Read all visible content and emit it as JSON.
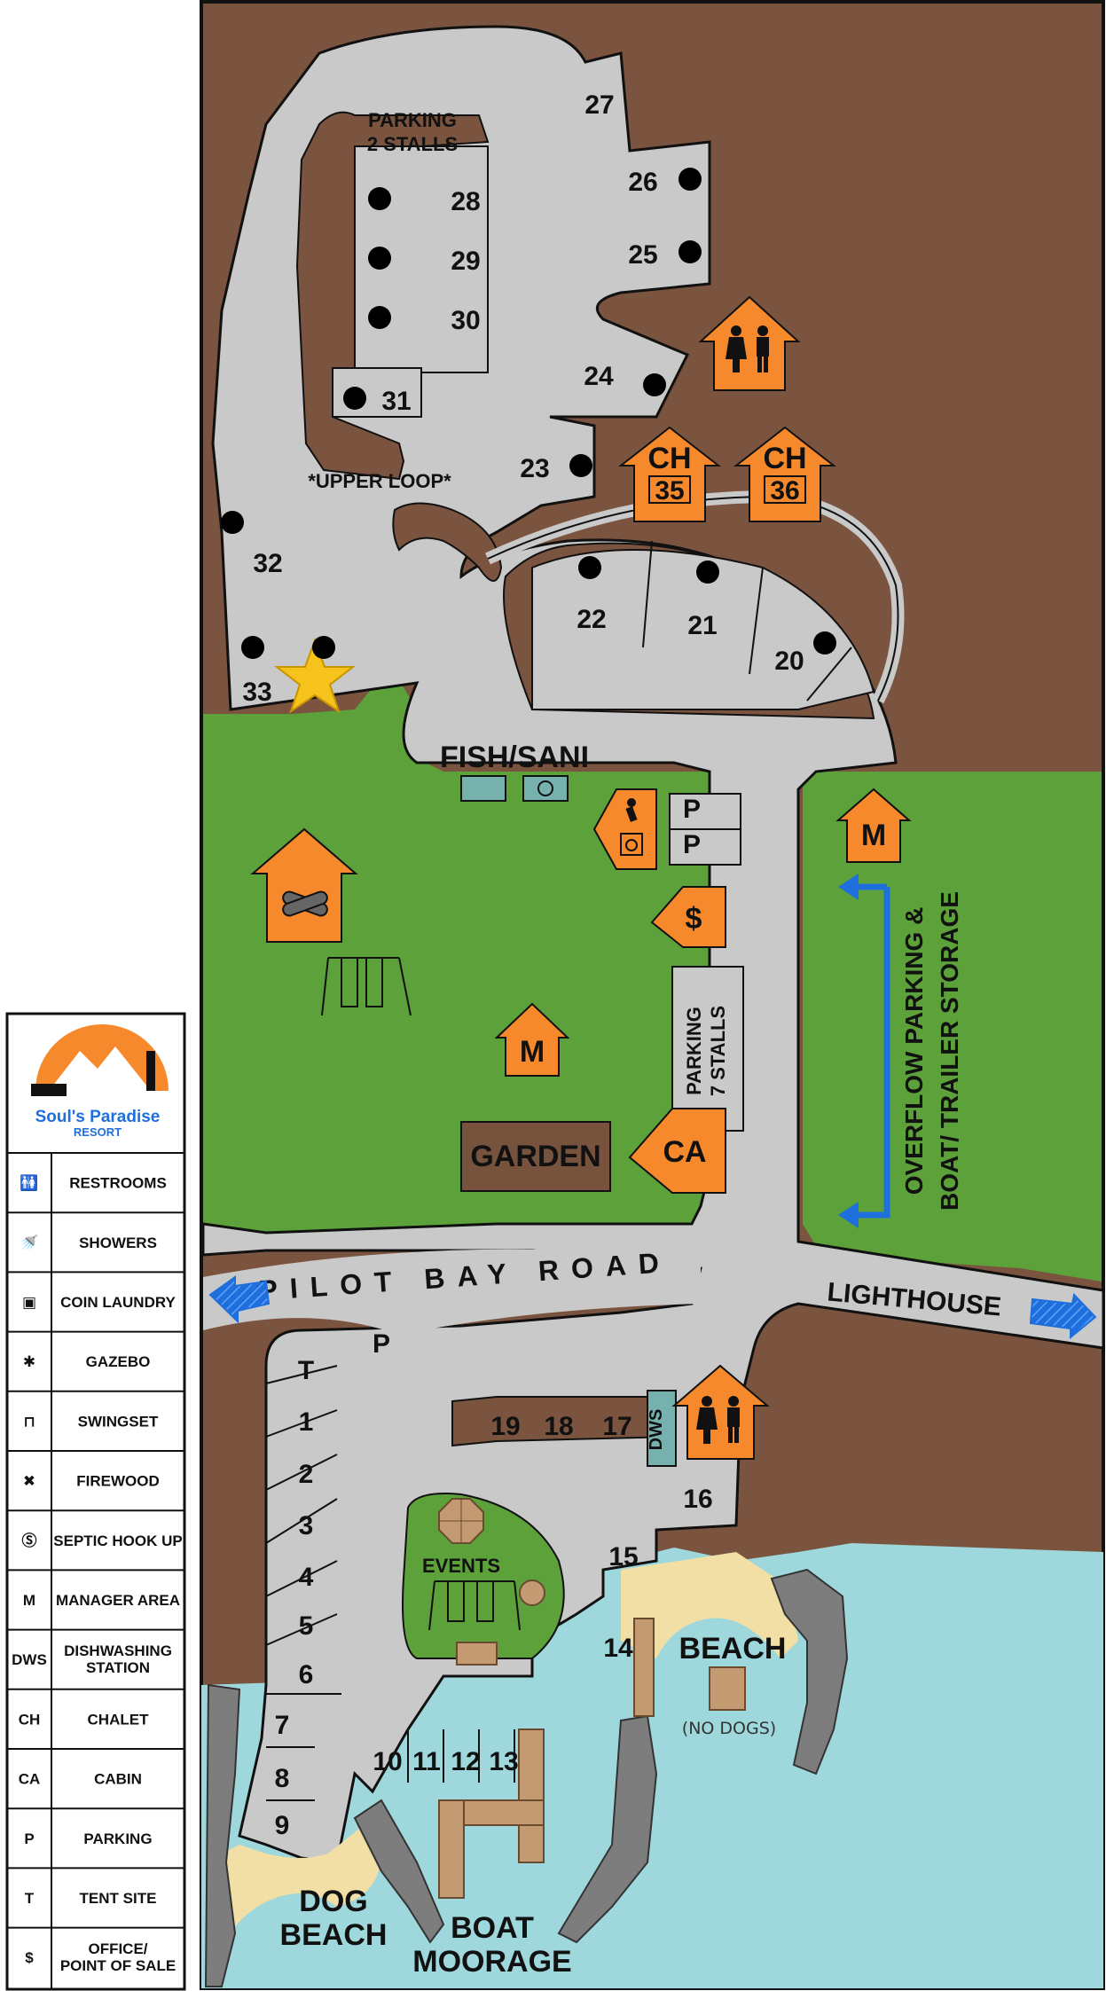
{
  "colors": {
    "land": "#7b5440",
    "grass": "#5ca13a",
    "road": "#c9c9c9",
    "water": "#9fd8dc",
    "sand": "#f2dfa6",
    "orange": "#f5892b",
    "blue": "#1e6fdc",
    "dock": "#c39a71",
    "garden": "#77533d",
    "teal": "#77b1ad",
    "star": "#f6c21c"
  },
  "parking_upper": "PARKING\n2 STALLS",
  "parking_upper_line1": "PARKING",
  "parking_upper_line2": "2 STALLS",
  "upper_loop": "*UPPER LOOP*",
  "sites": {
    "s27": "27",
    "s26": "26",
    "s25": "25",
    "s28": "28",
    "s29": "29",
    "s30": "30",
    "s24": "24",
    "s31": "31",
    "s23": "23",
    "s32": "32",
    "s22": "22",
    "s21": "21",
    "s20": "20",
    "s33": "33",
    "s19": "19",
    "s18": "18",
    "s17": "17",
    "s16": "16",
    "s15": "15",
    "s14": "14",
    "s1": "1",
    "s2": "2",
    "s3": "3",
    "s4": "4",
    "s5": "5",
    "s6": "6",
    "s7": "7",
    "s8": "8",
    "s9": "9",
    "s10": "10",
    "s11": "11",
    "s12": "12",
    "s13": "13"
  },
  "symbols": {
    "septic": "S",
    "parking": "P",
    "tent": "T",
    "manager": "M",
    "office": "$",
    "chalet": "CH",
    "cabin": "CA",
    "dws": "DWS"
  },
  "chalets": {
    "c35": "35",
    "c36": "36"
  },
  "fish_sani": "FISH/SANI",
  "parking_seven_line1": "PARKING",
  "parking_seven_line2": "7 STALLS",
  "garden": "GARDEN",
  "overflow_line1": "OVERFLOW PARKING &",
  "overflow_line2": "BOAT/ TRAILER STORAGE",
  "pilot_bay_road": "PILOT BAY ROAD",
  "lighthouse": "LIGHTHOUSE",
  "events": "EVENTS",
  "beach": "BEACH",
  "no_dogs": "(NO DOGS)",
  "dog_beach_line1": "DOG",
  "dog_beach_line2": "BEACH",
  "boat_line1": "BOAT",
  "boat_line2": "MOORAGE",
  "logo": {
    "name": "Soul's Paradise",
    "sub": "RESORT"
  },
  "legend": [
    {
      "icon": "restrooms-icon",
      "label": "RESTROOMS"
    },
    {
      "icon": "showers-icon",
      "label": "SHOWERS"
    },
    {
      "icon": "coin-laundry-icon",
      "label": "COIN LAUNDRY"
    },
    {
      "icon": "gazebo-icon",
      "label": "GAZEBO"
    },
    {
      "icon": "swingset-icon",
      "label": "SWINGSET"
    },
    {
      "icon": "firewood-icon",
      "label": "FIREWOOD"
    },
    {
      "icon": "septic-icon",
      "label": "SEPTIC HOOK UP"
    },
    {
      "icon": "M",
      "label": "MANAGER AREA"
    },
    {
      "icon": "DWS",
      "label": "DISHWASHING STATION",
      "label_line1": "DISHWASHING",
      "label_line2": "STATION"
    },
    {
      "icon": "CH",
      "label": "CHALET"
    },
    {
      "icon": "CA",
      "label": "CABIN"
    },
    {
      "icon": "P",
      "label": "PARKING"
    },
    {
      "icon": "T",
      "label": "TENT SITE"
    },
    {
      "icon": "$",
      "label": "OFFICE/ POINT OF SALE",
      "label_line1": "OFFICE/",
      "label_line2": "POINT OF SALE"
    }
  ]
}
